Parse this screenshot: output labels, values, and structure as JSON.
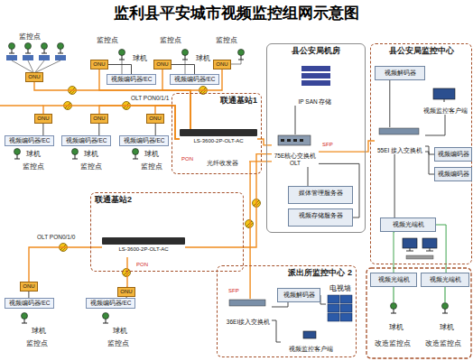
{
  "diagram": {
    "title": "监利县平安城市视频监控组网示意图",
    "nodes": [
      {
        "text": [
          "ONU"
        ]
      },
      {
        "text": [
          "ONU"
        ]
      },
      {
        "text": [
          "ONU"
        ]
      },
      {
        "text": [
          "ONU"
        ]
      },
      {
        "text": [
          "视频编码器/EC"
        ]
      },
      {
        "text": [
          "视频编码器/EC"
        ]
      },
      {
        "text": [
          "县公安局机房"
        ]
      },
      {
        "text": [
          "IP SAN 存储"
        ],
        "in": 6
      },
      {
        "text": [
          "75E核心交换机OLT"
        ],
        "in": 6
      },
      {
        "text": [
          "媒体管理服务器"
        ],
        "in": 6
      },
      {
        "text": [
          "视频存储服务器"
        ],
        "in": 6
      },
      {
        "text": [
          "县公安局监控中心"
        ]
      },
      {
        "text": [
          "视频解码器"
        ],
        "in": 11
      },
      {
        "text": [
          "视频监控客户端"
        ],
        "in": 11
      },
      {
        "text": [
          "55EI 接入交换机"
        ],
        "in": 11
      },
      {
        "text": [
          "视频编码器"
        ],
        "in": 11
      },
      {
        "text": [
          "视频编码器"
        ],
        "in": 11
      },
      {
        "text": [
          "视频光端机"
        ],
        "in": 11
      },
      {
        "text": [
          "联通基站1"
        ]
      },
      {
        "text": [
          "LS-3600-2P-OLT-AC"
        ],
        "in": 18
      },
      {
        "text": [
          "ONU"
        ]
      },
      {
        "text": [
          "ONU"
        ]
      },
      {
        "text": [
          "ONU"
        ]
      },
      {
        "text": [
          "视频编码器/EC"
        ]
      },
      {
        "text": [
          "视频编码器/EC"
        ]
      },
      {
        "text": [
          "视频编码器/EC"
        ]
      },
      {
        "text": [
          "联通基站2"
        ]
      },
      {
        "text": [
          "LS-3600-2P-OLT-AC"
        ],
        "in": 26
      },
      {
        "text": [
          "ONU"
        ]
      },
      {
        "text": [
          "ONU"
        ]
      },
      {
        "text": [
          "视频编码器/EC"
        ]
      },
      {
        "text": [
          "视频编码器/EC"
        ]
      },
      {
        "text": [
          "派出所监控中心 2"
        ]
      },
      {
        "text": [
          "36EI接入交换机"
        ],
        "in": 32
      },
      {
        "text": [
          "视频解码器"
        ],
        "in": 32
      },
      {
        "text": [
          "电视墙"
        ],
        "in": 32
      },
      {
        "text": [
          "视频监控客户端"
        ],
        "in": 32
      },
      {
        "text": [
          "视频光端机"
        ]
      },
      {
        "text": [
          "视频光端机"
        ]
      }
    ],
    "edges": [
      {
        "from": 0,
        "to": 19,
        "arrow": "none"
      },
      {
        "from": 1,
        "to": 19,
        "arrow": "none"
      },
      {
        "from": 2,
        "to": 19,
        "arrow": "none"
      },
      {
        "from": 3,
        "to": 19,
        "arrow": "none"
      },
      {
        "from": 1,
        "to": 4,
        "arrow": "none"
      },
      {
        "from": 2,
        "to": 5,
        "arrow": "none"
      },
      {
        "from": 20,
        "to": 19,
        "arrow": "none"
      },
      {
        "from": 21,
        "to": 19,
        "arrow": "none"
      },
      {
        "from": 22,
        "to": 19,
        "arrow": "none"
      },
      {
        "from": 20,
        "to": 23,
        "arrow": "none"
      },
      {
        "from": 21,
        "to": 24,
        "arrow": "none"
      },
      {
        "from": 22,
        "to": 25,
        "arrow": "none"
      },
      {
        "from": 19,
        "to": 8,
        "arrow": "none"
      },
      {
        "from": 27,
        "to": 8,
        "arrow": "none"
      },
      {
        "from": 28,
        "to": 27,
        "arrow": "none"
      },
      {
        "from": 29,
        "to": 27,
        "arrow": "none"
      },
      {
        "from": 28,
        "to": 30,
        "arrow": "none"
      },
      {
        "from": 29,
        "to": 31,
        "arrow": "none"
      },
      {
        "from": 8,
        "to": 7,
        "arrow": "none"
      },
      {
        "from": 8,
        "to": 9,
        "arrow": "none"
      },
      {
        "from": 8,
        "to": 10,
        "arrow": "none"
      },
      {
        "from": 8,
        "to": 14,
        "arrow": "none"
      },
      {
        "from": 8,
        "to": 33,
        "arrow": "none"
      },
      {
        "from": 14,
        "to": 12,
        "arrow": "none"
      },
      {
        "from": 14,
        "to": 13,
        "arrow": "none"
      },
      {
        "from": 14,
        "to": 15,
        "arrow": "none"
      },
      {
        "from": 14,
        "to": 16,
        "arrow": "none"
      },
      {
        "from": 14,
        "to": 17,
        "arrow": "none"
      },
      {
        "from": 17,
        "to": 37,
        "arrow": "none"
      },
      {
        "from": 17,
        "to": 38,
        "arrow": "none"
      },
      {
        "from": 33,
        "to": 34,
        "arrow": "none"
      },
      {
        "from": 33,
        "to": 36,
        "arrow": "none"
      },
      {
        "from": 34,
        "to": 35,
        "arrow": "none"
      }
    ],
    "labels": [
      "监控点",
      "监控点",
      "球机",
      "监控点",
      "球机",
      "监控点",
      "OLT PON0/1/1",
      "光纤收发器",
      "PON",
      "球机",
      "监控点",
      "球机",
      "监控点",
      "球机",
      "监控点",
      "OLT PON0/1/0",
      "PON",
      "SFP",
      "SFP",
      "球机",
      "监控点",
      "球机",
      "监控点",
      "球机",
      "改造监控点",
      "球机",
      "改造监控点"
    ]
  }
}
